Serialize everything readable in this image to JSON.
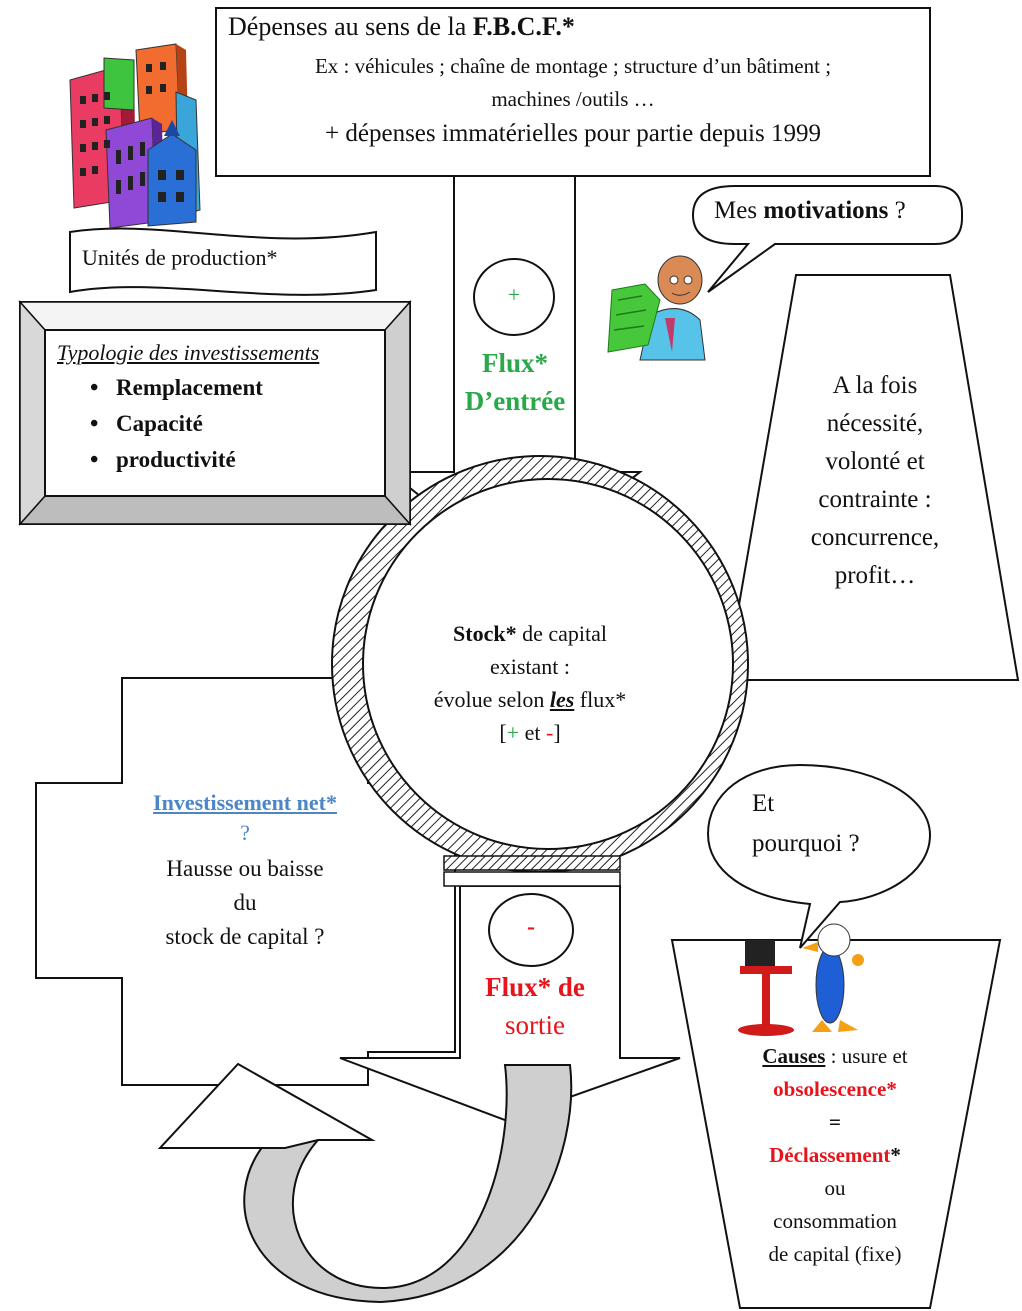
{
  "fbcf_box": {
    "title_prefix": "Dépenses au sens de la ",
    "title_bold": "F.B.C.F.*",
    "line2": "Ex : véhicules ; chaîne de montage ; structure d’un bâtiment ;",
    "line3": "machines /outils …",
    "line4": "+ dépenses immatérielles pour partie depuis 1999"
  },
  "units_label": "Unités de production*",
  "typology": {
    "title": "Typologie des investissements",
    "items": [
      "Remplacement",
      "Capacité",
      "productivité"
    ]
  },
  "inflow": {
    "sign": "+",
    "label1": "Flux*",
    "label2": "D’entrée"
  },
  "motivations_bubble": {
    "prefix": "Mes ",
    "bold": "motivations",
    "suffix": " ?"
  },
  "trapezoid_text": [
    "A la fois",
    "nécessité,",
    "volonté et",
    "contrainte :",
    "concurrence,",
    "profit…"
  ],
  "stock": {
    "line1_bold": "Stock*",
    "line1_rest": " de capital",
    "line2": "existant :",
    "line3_a": "évolue selon ",
    "line3_em": "les",
    "line3_b": " flux*",
    "line4_open": "[",
    "line4_plus": "+",
    "line4_mid": " et ",
    "line4_minus": "-",
    "line4_close": "]"
  },
  "net_investment": {
    "title": "Investissement net*",
    "q": "?",
    "line1": "Hausse ou baisse",
    "line2": "du",
    "line3": "stock de capital ?"
  },
  "outflow": {
    "sign": "-",
    "label1": "Flux* de",
    "label2": "sortie"
  },
  "why_bubble": {
    "line1": "Et",
    "line2": "pourquoi ?"
  },
  "causes": {
    "label": "Causes",
    "rest": " : usure et",
    "obsolescence": "obsolescence*",
    "equals": "=",
    "declassement": "Déclassement",
    "star": "*",
    "ou": "ou",
    "line6": "consommation",
    "line7": "de capital (fixe)"
  },
  "colors": {
    "green": "#2aa84a",
    "red": "#e8141b",
    "blue": "#4a86c8",
    "arrow_gray": "#cfcfcf"
  }
}
